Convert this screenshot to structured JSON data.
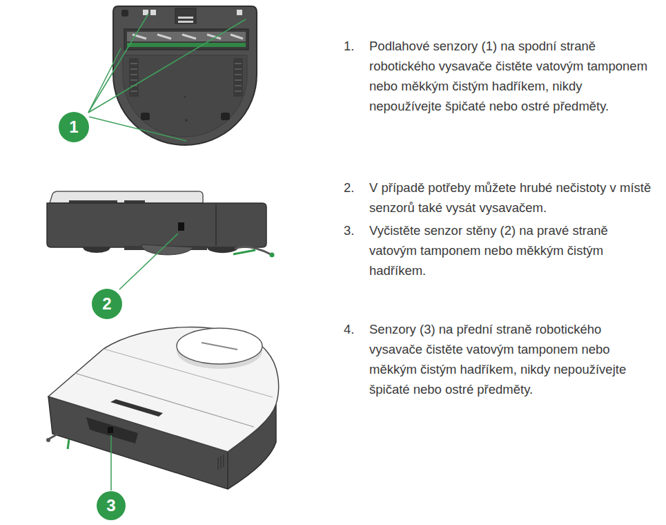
{
  "diagram": {
    "nodes": [
      {
        "text": [
          "1"
        ]
      },
      {
        "text": [
          "2"
        ]
      },
      {
        "text": [
          "3"
        ]
      }
    ],
    "labels": [
      "1.",
      "Podlahové senzory (1) na spodní straně robotického vysavače čistěte vatovým tamponem nebo měkkým čistým hadříkem, nikdy nepoužívejte špičaté nebo ostré předměty.",
      "2.",
      "V případě potřeby můžete hrubé nečistoty v místě senzorů také vysát vysavačem.",
      "3.",
      "Vyčistěte senzor stěny (2) na pravé straně vatovým tamponem nebo měkkým čistým hadříkem.",
      "4.",
      "Senzory (3) na přední straně robotického vysavače čistěte vatovým tamponem nebo měkkým čistým hadříkem, nikdy nepoužívejte špičaté nebo ostré předměty."
    ]
  }
}
